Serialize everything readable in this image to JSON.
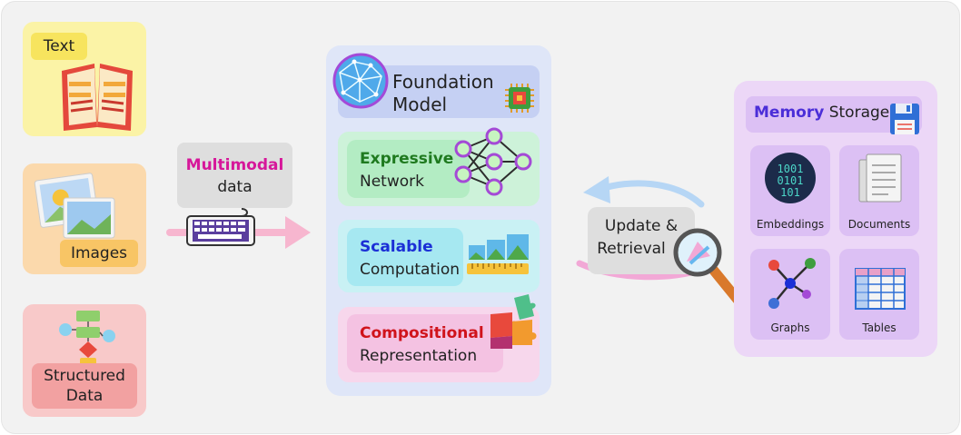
{
  "inputs": {
    "text_label": "Text",
    "images_label": "Images",
    "structured_label_line1": "Structured",
    "structured_label_line2": "Data"
  },
  "multimodal": {
    "keyword": "Multimodal",
    "rest": "data"
  },
  "foundation": {
    "title_line1": "Foundation",
    "title_line2": "Model",
    "expressive_kw": "Expressive",
    "expressive_sub": "Network",
    "scalable_kw": "Scalable",
    "scalable_sub": "Computation",
    "compositional_kw": "Compositional",
    "compositional_sub": "Representation"
  },
  "update": {
    "line1": "Update &",
    "line2": "Retrieval"
  },
  "memory": {
    "keyword": "Memory",
    "rest": "Storage",
    "tiles": [
      "Embeddings",
      "Documents",
      "Graphs",
      "Tables"
    ]
  },
  "colors": {
    "multimodal": "#d6179a",
    "expressive": "#1f7a1f",
    "scalable": "#1b2fd6",
    "compositional": "#d0131b",
    "memory": "#4b2ed8"
  },
  "icons": [
    "book-icon",
    "images-icon",
    "flowchart-icon",
    "keyboard-icon",
    "globe-network-icon",
    "chip-icon",
    "neural-network-icon",
    "charts-ruler-icon",
    "puzzle-icon",
    "magnifier-icon",
    "floppy-disk-icon",
    "binary-icon",
    "documents-icon",
    "graph-icon",
    "table-icon"
  ]
}
